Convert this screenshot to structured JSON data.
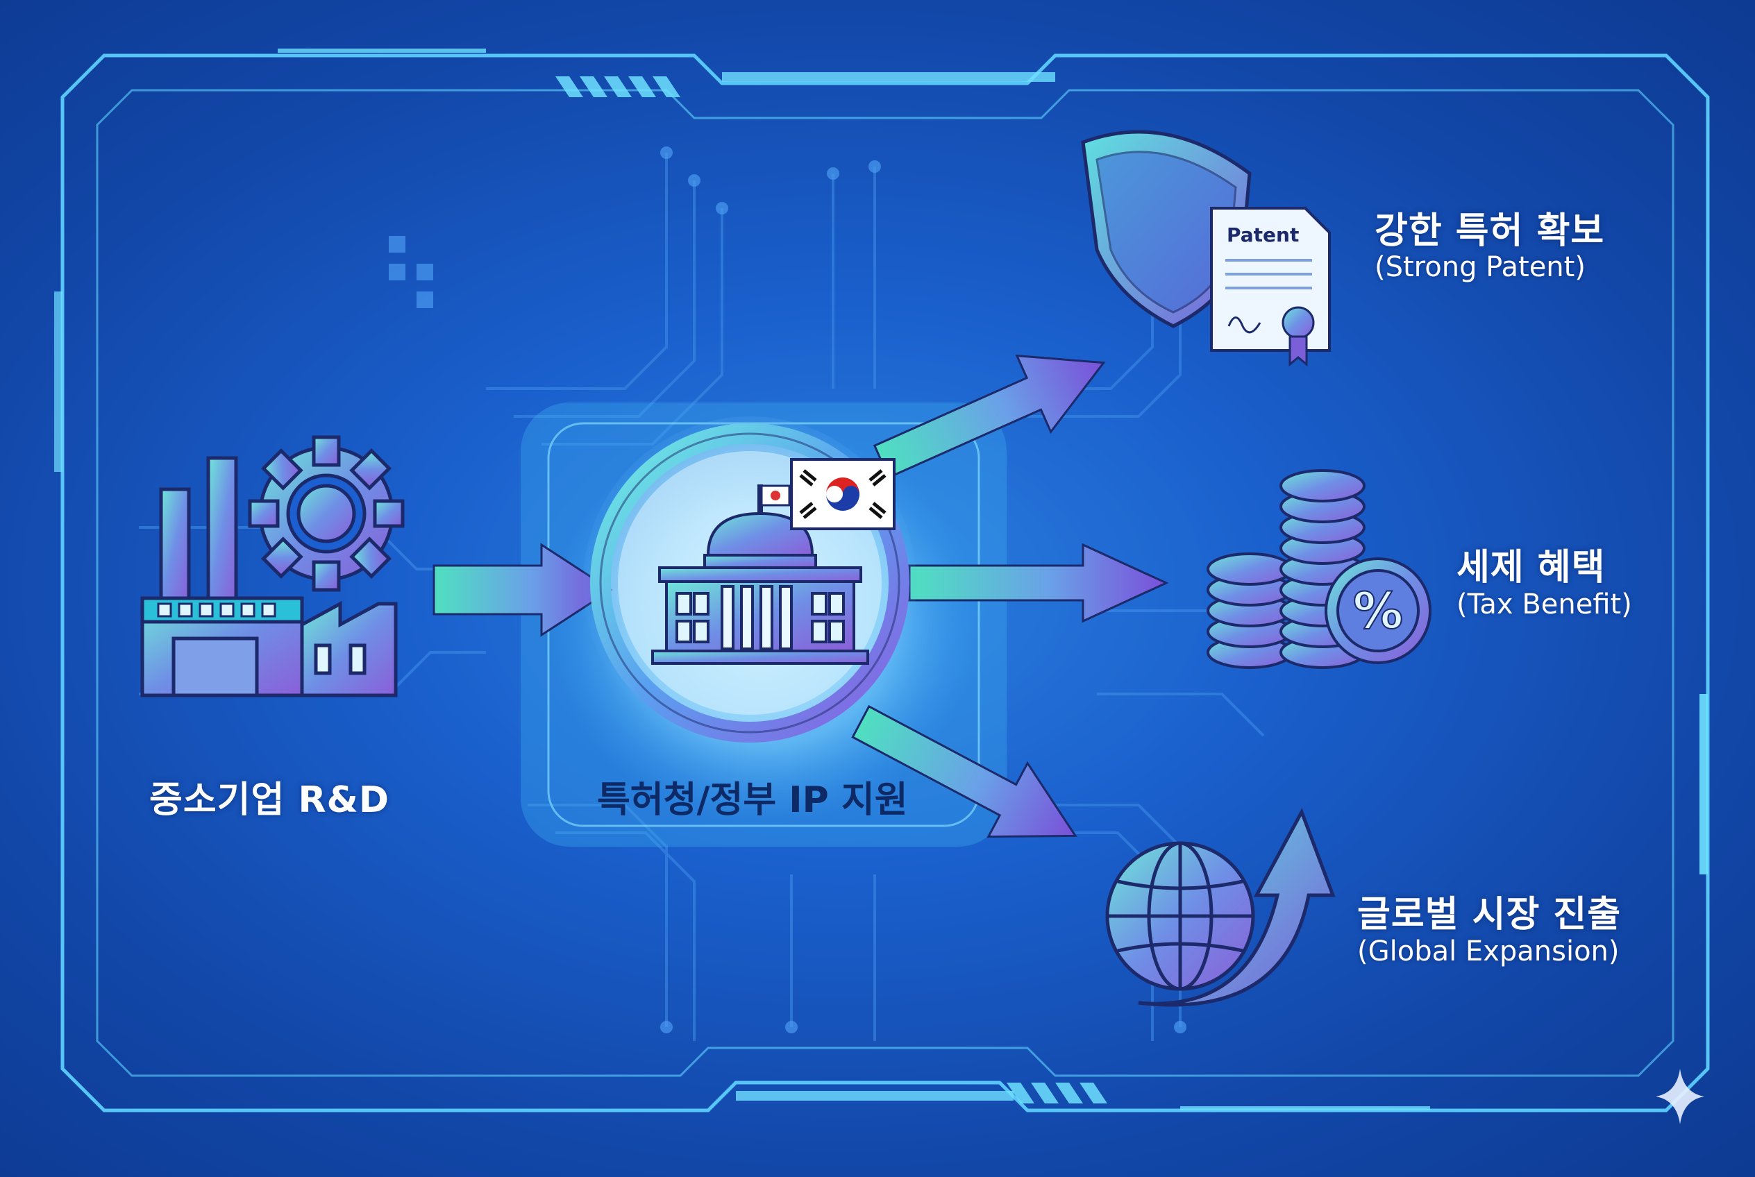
{
  "nodes": {
    "source": {
      "label": "중소기업 R&D"
    },
    "hub": {
      "label": "특허청/정부 IP 지원"
    },
    "outcomes": [
      {
        "title": "강한 특허 확보",
        "subtitle": "(Strong Patent)",
        "icon": "shield-patent-icon"
      },
      {
        "title": "세제 혜택",
        "subtitle": "(Tax Benefit)",
        "icon": "coins-percent-icon"
      },
      {
        "title": "글로벌 시장 진출",
        "subtitle": "(Global Expansion)",
        "icon": "globe-arrow-icon"
      }
    ]
  },
  "patent_doc_text": "Patent",
  "flag": "korea-flag-icon",
  "colors": {
    "background": "#1a5fcc",
    "frame": "#5fd4ff",
    "arrow_start": "#4fe0c0",
    "arrow_end": "#7a4fd8",
    "icon_fill": "#6b7fe0",
    "outline": "#1c2a6b"
  }
}
